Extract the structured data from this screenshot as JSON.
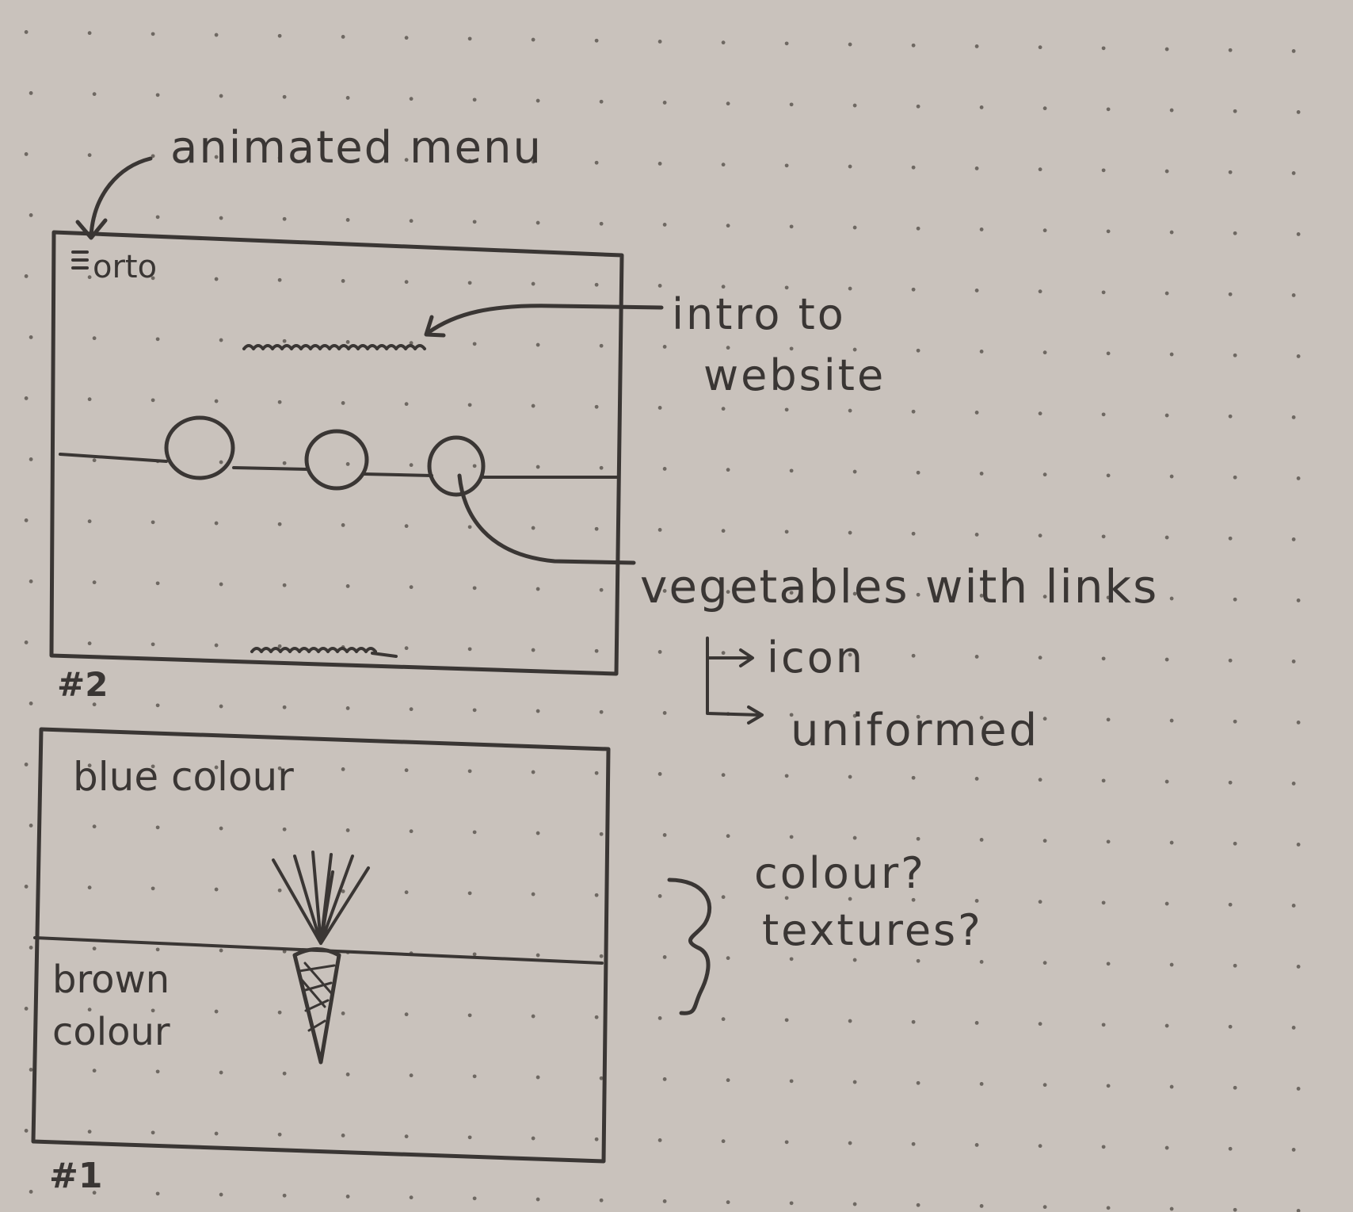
{
  "paper": {
    "background": "#c9c2bc",
    "ink": "#3a3634",
    "dot": "#6e6862"
  },
  "annotations": {
    "animated_menu": "animated menu",
    "intro_line1": "intro to",
    "intro_line2": "website",
    "vegetables": "vegetables with links",
    "icon": "icon",
    "uniformed": "uniformed",
    "colour_q": "colour?",
    "textures_q": "textures?"
  },
  "sketch2": {
    "logo": "orto",
    "label": "#2",
    "menu_icon": "hamburger-menu-icon",
    "vegetable_circles": 3
  },
  "sketch1": {
    "top_label": "blue colour",
    "bottom_label_line1": "brown",
    "bottom_label_line2": "colour",
    "label": "#1",
    "illustration": "carrot-icon"
  }
}
